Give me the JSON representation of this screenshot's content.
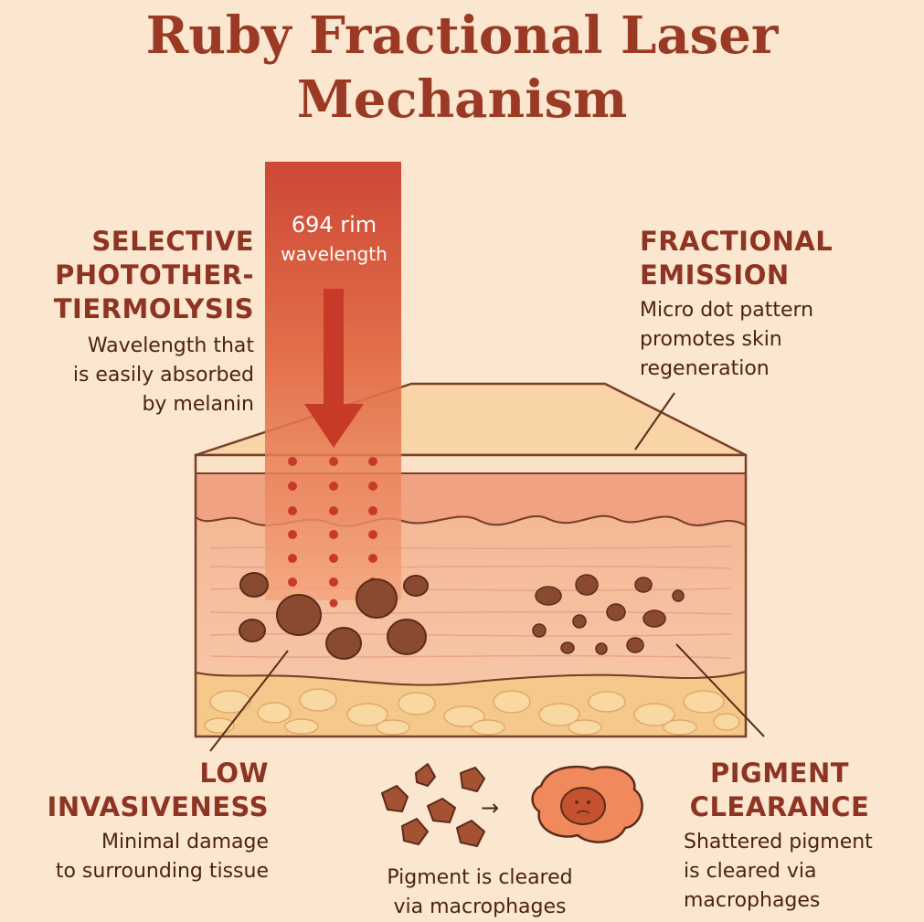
{
  "title": {
    "line1": "Ruby Fractional Laser",
    "line2": "Mechanism"
  },
  "beam": {
    "value": "694 rim",
    "label": "wavelength"
  },
  "sections": {
    "selective": {
      "heading": [
        "SELECTIVE",
        "PHOTOTHER-",
        "TIERMOLYSIS"
      ],
      "description": [
        "Wavelength that",
        "is easily absorbed",
        "by melanin"
      ]
    },
    "fractional": {
      "heading": [
        "FRACTIONAL",
        "EMISSION"
      ],
      "description": [
        "Micro dot pattern",
        "promotes skin",
        "regeneration"
      ]
    },
    "low_invasiveness": {
      "heading": [
        "LOW",
        "INVASIVENESS"
      ],
      "description": [
        "Minimal damage",
        "to surrounding tissue"
      ]
    },
    "pigment_clearance": {
      "heading": [
        "PIGMENT",
        "CLEARANCE"
      ],
      "description": [
        "Shattered pigment",
        "is cleared via",
        "macrophages"
      ]
    },
    "macrophage": {
      "description": [
        "Pigment is  cleared",
        "via macrophages"
      ],
      "arrow": "→"
    }
  },
  "colors": {
    "background": "#fbe6cf",
    "title": "#9a3a24",
    "heading": "#8e3422",
    "beam_top": "#c93a28",
    "beam_bottom": "#f4a37a",
    "pigment": "#8a4a30",
    "macrophage": "#f08a5d"
  }
}
